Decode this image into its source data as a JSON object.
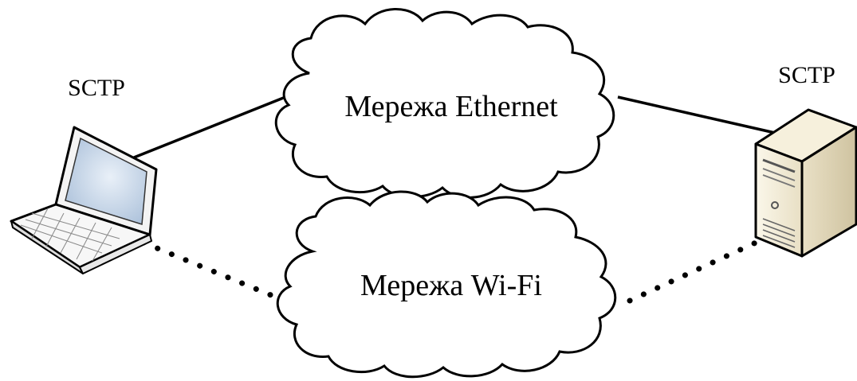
{
  "diagram": {
    "left_node": {
      "label": "SCTP",
      "icon": "laptop-icon"
    },
    "right_node": {
      "label": "SCTP",
      "icon": "server-icon"
    },
    "ethernet_cloud": {
      "label": "Мережа Ethernet",
      "icon": "cloud-icon"
    },
    "wifi_cloud": {
      "label": "Мережа Wi-Fi",
      "icon": "cloud-icon"
    },
    "links": [
      {
        "kind": "wired",
        "style": "solid"
      },
      {
        "kind": "wireless",
        "style": "dotted"
      }
    ],
    "colors": {
      "stroke": "#000000",
      "background": "#ffffff",
      "screen": "#c9d8ea",
      "server_body": "#f1ead4"
    }
  }
}
